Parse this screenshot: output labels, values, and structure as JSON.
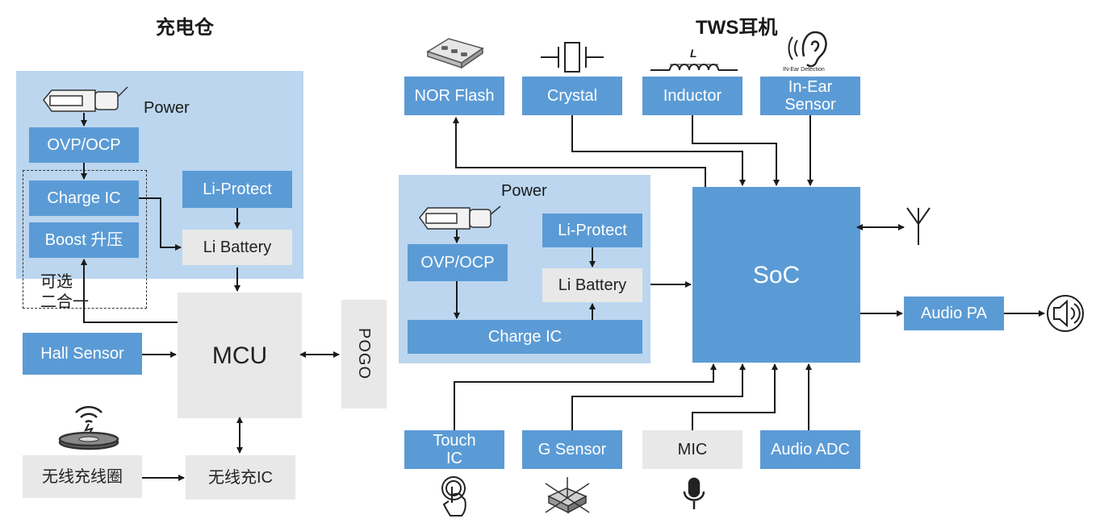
{
  "left": {
    "title": "充电仓",
    "power_label": "Power",
    "ovp_ocp": "OVP/OCP",
    "charge_ic": "Charge IC",
    "boost": "Boost 升压",
    "optional_line1": "可选",
    "optional_line2": "二合一",
    "li_protect": "Li-Protect",
    "li_battery": "Li Battery",
    "mcu": "MCU",
    "hall_sensor": "Hall Sensor",
    "pogo": "POGO",
    "wireless_coil": "无线充线圈",
    "wireless_ic": "无线充IC"
  },
  "right": {
    "title": "TWS耳机",
    "nor_flash": "NOR Flash",
    "crystal": "Crystal",
    "inductor": "Inductor",
    "inductor_symbol": "L",
    "in_ear_line1": "In-Ear",
    "in_ear_line2": "Sensor",
    "in_ear_caption": "IN-Ear Detection",
    "power_label": "Power",
    "ovp_ocp": "OVP/OCP",
    "li_protect": "Li-Protect",
    "li_battery": "Li Battery",
    "charge_ic": "Charge IC",
    "soc": "SoC",
    "audio_pa": "Audio PA",
    "touch_line1": "Touch",
    "touch_line2": "IC",
    "g_sensor": "G Sensor",
    "mic": "MIC",
    "audio_adc": "Audio ADC"
  },
  "colors": {
    "block_blue": "#5b9bd5",
    "panel_blue": "#bcd6ef",
    "block_gray": "#e8e8e8",
    "line": "#1a1a1a"
  }
}
